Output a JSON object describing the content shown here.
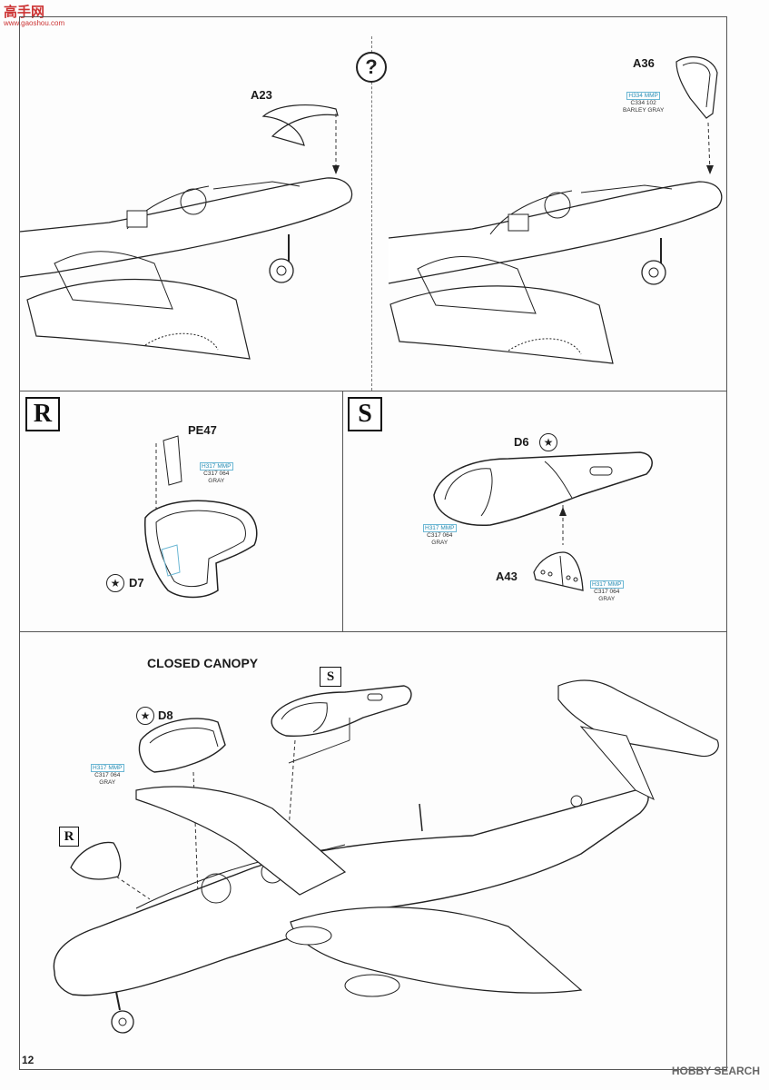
{
  "watermark": {
    "top_left_main": "高手网",
    "top_left_sub": "www.gaoshou.com",
    "bottom_right": "HOBBY SEARCH"
  },
  "page_number": "12",
  "step_top_left": {
    "part": "A23"
  },
  "step_top_center": {
    "symbol": "?"
  },
  "step_top_right": {
    "part": "A36",
    "paint": {
      "line1": "H334 MMP",
      "line2": "C334 102",
      "line3": "BARLEY GRAY"
    }
  },
  "section_r": {
    "letter": "R",
    "pe_part": "PE47",
    "paint": {
      "line1": "H317 MMP",
      "line2": "C317 064",
      "line3": "GRAY"
    },
    "part": "D7",
    "icon": "star-in-circle-icon"
  },
  "section_s": {
    "letter": "S",
    "canopy_part": "D6",
    "icon": "star-in-circle-icon",
    "canopy_paint": {
      "line1": "H317 MMP",
      "line2": "C317 064",
      "line3": "GRAY"
    },
    "frame_part": "A43",
    "frame_paint": {
      "line1": "H317 MMP",
      "line2": "C317 064",
      "line3": "GRAY"
    }
  },
  "bottom": {
    "title": "CLOSED CANOPY",
    "part": "D8",
    "icon": "star-in-circle-icon",
    "paint": {
      "line1": "H317 MMP",
      "line2": "C317 064",
      "line3": "GRAY"
    },
    "ref_s": "S",
    "ref_r": "R"
  }
}
